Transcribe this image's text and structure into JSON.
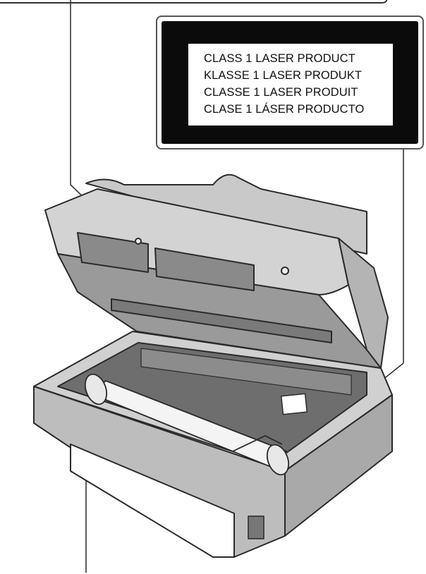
{
  "warning_label": {
    "lines": [
      "CLASS 1 LASER PRODUCT",
      "KLASSE 1 LASER PRODUKT",
      "CLASSE 1 LASER PRODUIT",
      "CLASE 1 LÁSER PRODUCTO"
    ]
  },
  "colors": {
    "outline": "#2a2a2a",
    "body_fill": "#bdbdbd",
    "body_light": "#d6d6d6",
    "body_dark": "#8c8c8c",
    "interior": "#6e6e6e",
    "label_background": "#0b0b0b",
    "label_panel": "#ffffff"
  },
  "icons": {
    "printer": "fax-laser-printer-icon",
    "cartridge": "toner-cartridge-icon",
    "label": "laser-warning-label-icon"
  }
}
